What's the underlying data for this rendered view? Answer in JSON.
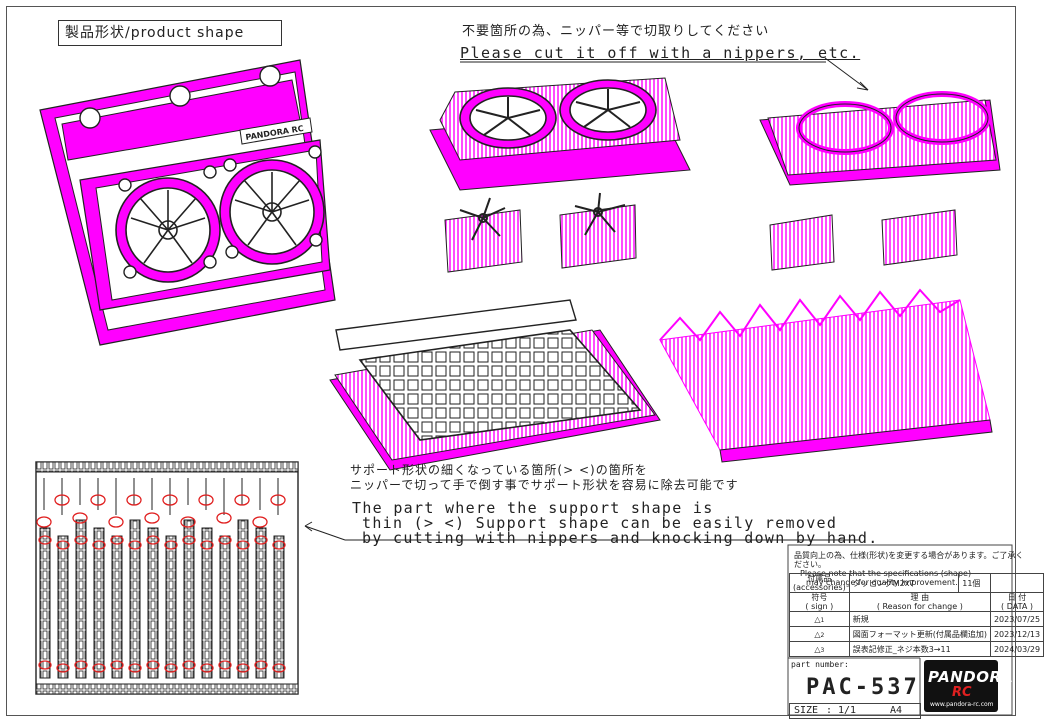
{
  "header": {
    "section_label": "製品形状/product shape",
    "cut_note_jp": "不要箇所の為、ニッパー等で切取りしてください",
    "cut_note_en": "Please cut it off with a nippers, etc."
  },
  "support_note": {
    "jp_line1": "サポート形状の細くなっている箇所(> <)の箇所を",
    "jp_line2": "ニッパーで切って手で倒す事でサポート形状を容易に除去可能です",
    "en_line1": "The part where the support shape is",
    "en_line2": "thin (> <) Support shape can be easily removed",
    "en_line3": "by cutting with nippers and knocking down by hand."
  },
  "title_block": {
    "notice_jp": "品質向上の為、仕様(形状)を変更する場合があります。ご了承ください。",
    "notice_en1": "Please note that the specifications (shape)",
    "notice_en2": "may change for quality improvement.",
    "accessories_label": "付属品",
    "accessories_label_en": "(accessories)",
    "accessory_item": "タッピングM2x7",
    "accessory_qty": "11個",
    "sign_label": "符号",
    "sign_label_en": "( sign )",
    "reason_label": "理 由",
    "reason_label_en": "( Reason for change )",
    "date_label": "日 付",
    "date_label_en": "( DATA )",
    "revisions": [
      {
        "sign": "1",
        "reason": "新規",
        "date": "2023/07/25"
      },
      {
        "sign": "2",
        "reason": "図面フォーマット更新(付属品欄追加)",
        "date": "2023/12/13"
      },
      {
        "sign": "3",
        "reason": "誤表記修正_ネジ本数3→11",
        "date": "2024/03/29"
      }
    ],
    "part_number_label": "part number:",
    "part_number": "PAC-537",
    "size_label": "SIZE",
    "size_value": "1/1",
    "paper": "A4"
  },
  "logo": {
    "main": "PANDORA",
    "sub": "RC",
    "url": "www.pandora-rc.com"
  },
  "colors": {
    "print_magenta": "#ff00ff",
    "outline": "#222222",
    "callout_red": "#e02020"
  }
}
